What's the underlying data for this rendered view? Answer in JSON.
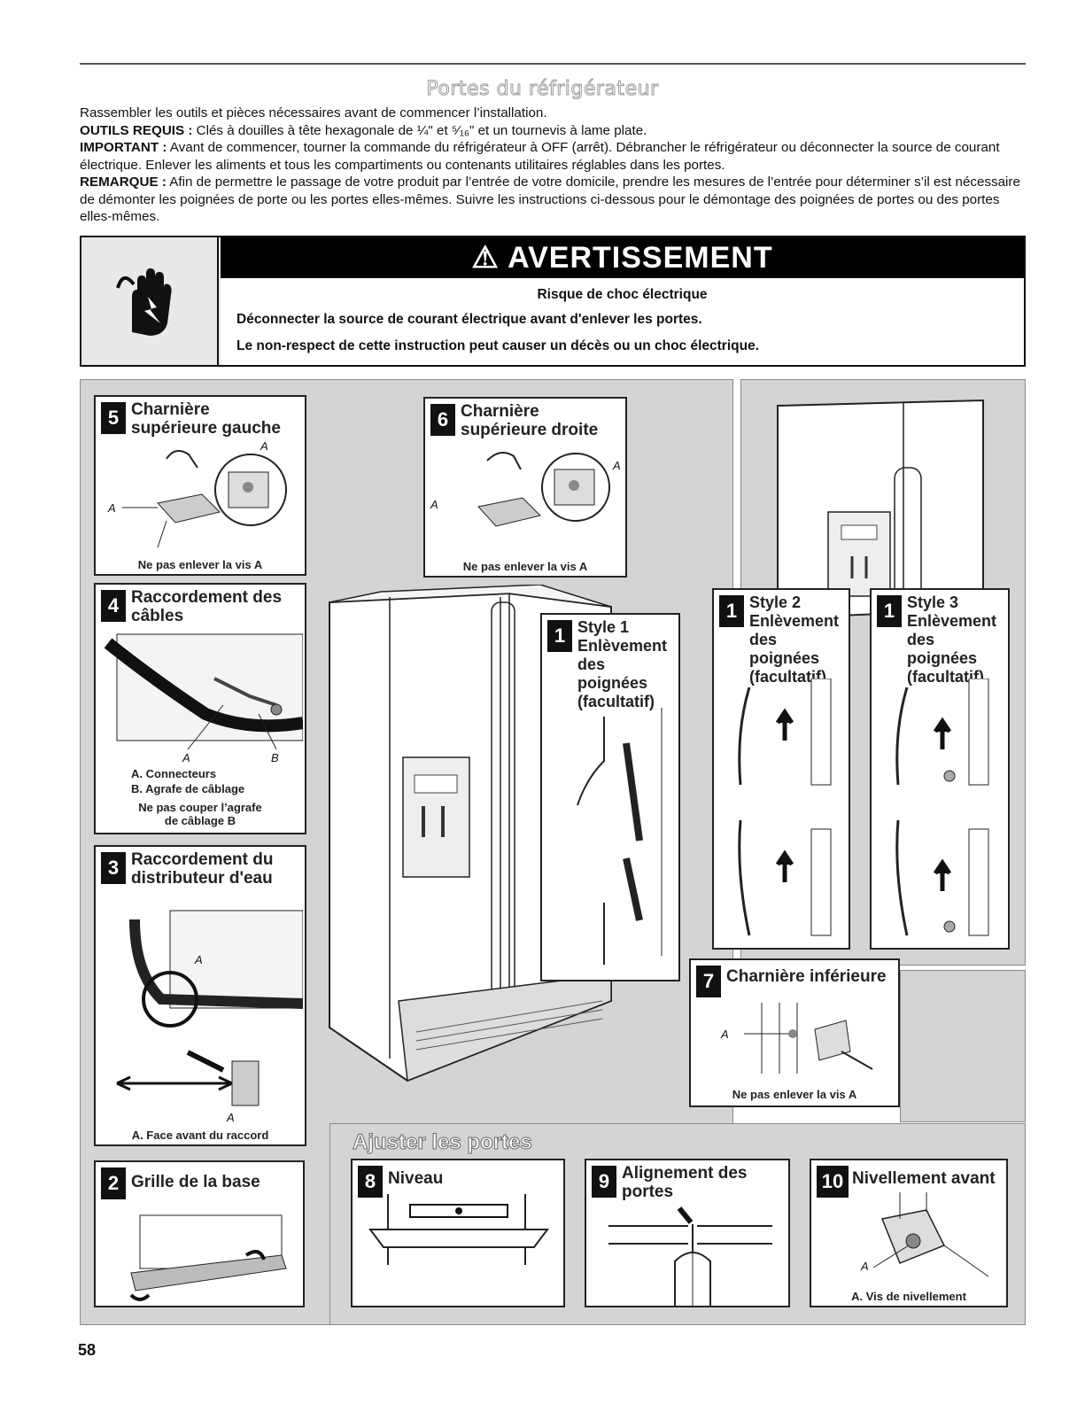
{
  "page": {
    "title": "Portes du réfrigérateur",
    "page_number": "58"
  },
  "intro": {
    "line1": "Rassembler les outils et pièces nécessaires avant de commencer l’installation.",
    "tools_label": "OUTILS REQUIS :",
    "tools_text": " Clés à douilles à tête hexagonale de ¼\" et ⁵⁄₁₆\" et un tournevis à lame plate.",
    "important_label": "IMPORTANT :",
    "important_text": " Avant de commencer, tourner la commande du réfrigérateur à OFF (arrêt). Débrancher le réfrigérateur ou déconnecter la source de courant électrique. Enlever les aliments et tous les compartiments ou contenants utilitaires réglables dans les portes.",
    "note_label": "REMARQUE :",
    "note_text": " Afin de permettre le passage de votre produit par l’entrée de votre domicile, prendre les mesures de l’entrée pour déterminer s’il est nécessaire de démonter les poignées de porte ou les portes elles-mêmes. Suivre les instructions ci-dessous pour le démontage des poignées de portes ou des portes elles-mêmes."
  },
  "warning": {
    "heading": "AVERTISSEMENT",
    "heading_symbol": "⚠",
    "subtitle": "Risque de choc électrique",
    "line1": "Déconnecter la source de courant électrique avant d'enlever les portes.",
    "line2": "Le non-respect de cette instruction peut causer un décès ou un choc électrique."
  },
  "steps": {
    "s5": {
      "num": "5",
      "title1": "Charnière",
      "title2": "supérieure gauche",
      "caption": "Ne pas enlever la vis A",
      "label_a": "A"
    },
    "s6": {
      "num": "6",
      "title1": "Charnière",
      "title2": "supérieure droite",
      "caption": "Ne pas enlever la vis A",
      "label_a": "A"
    },
    "s4": {
      "num": "4",
      "title1": "Raccordement des",
      "title2": "câbles",
      "label_a": "A",
      "label_b": "B",
      "legend_a": "A. Connecteurs",
      "legend_b": "B. Agrafe de câblage",
      "note1": "Ne pas couper l’agrafe",
      "note2": "de câblage B"
    },
    "s3": {
      "num": "3",
      "title1": "Raccordement du",
      "title2": "distributeur d'eau",
      "label_a": "A",
      "legend_a": "A. Face avant du raccord"
    },
    "s2": {
      "num": "2",
      "title1": "Grille de la base"
    },
    "s1a": {
      "num": "1",
      "title1": "Style 1",
      "title2": "Enlèvement",
      "title3": "des poignées",
      "title4": "(facultatif)"
    },
    "s1b": {
      "num": "1",
      "title1": "Style 2",
      "title2": "Enlèvement",
      "title3": "des poignées",
      "title4": "(facultatif)"
    },
    "s1c": {
      "num": "1",
      "title1": "Style 3",
      "title2": "Enlèvement",
      "title3": "des poignées",
      "title4": "(facultatif)"
    },
    "s7": {
      "num": "7",
      "title1": "Charnière inférieure",
      "caption": "Ne pas enlever la vis A",
      "label_a": "A"
    },
    "s8": {
      "num": "8",
      "title1": "Niveau"
    },
    "s9": {
      "num": "9",
      "title1": "Alignement des",
      "title2": "portes"
    },
    "s10": {
      "num": "10",
      "title1": "Nivellement avant",
      "label_a": "A",
      "legend_a": "A. Vis de nivellement"
    }
  },
  "adjust_section": {
    "title": "Ajuster les portes"
  }
}
